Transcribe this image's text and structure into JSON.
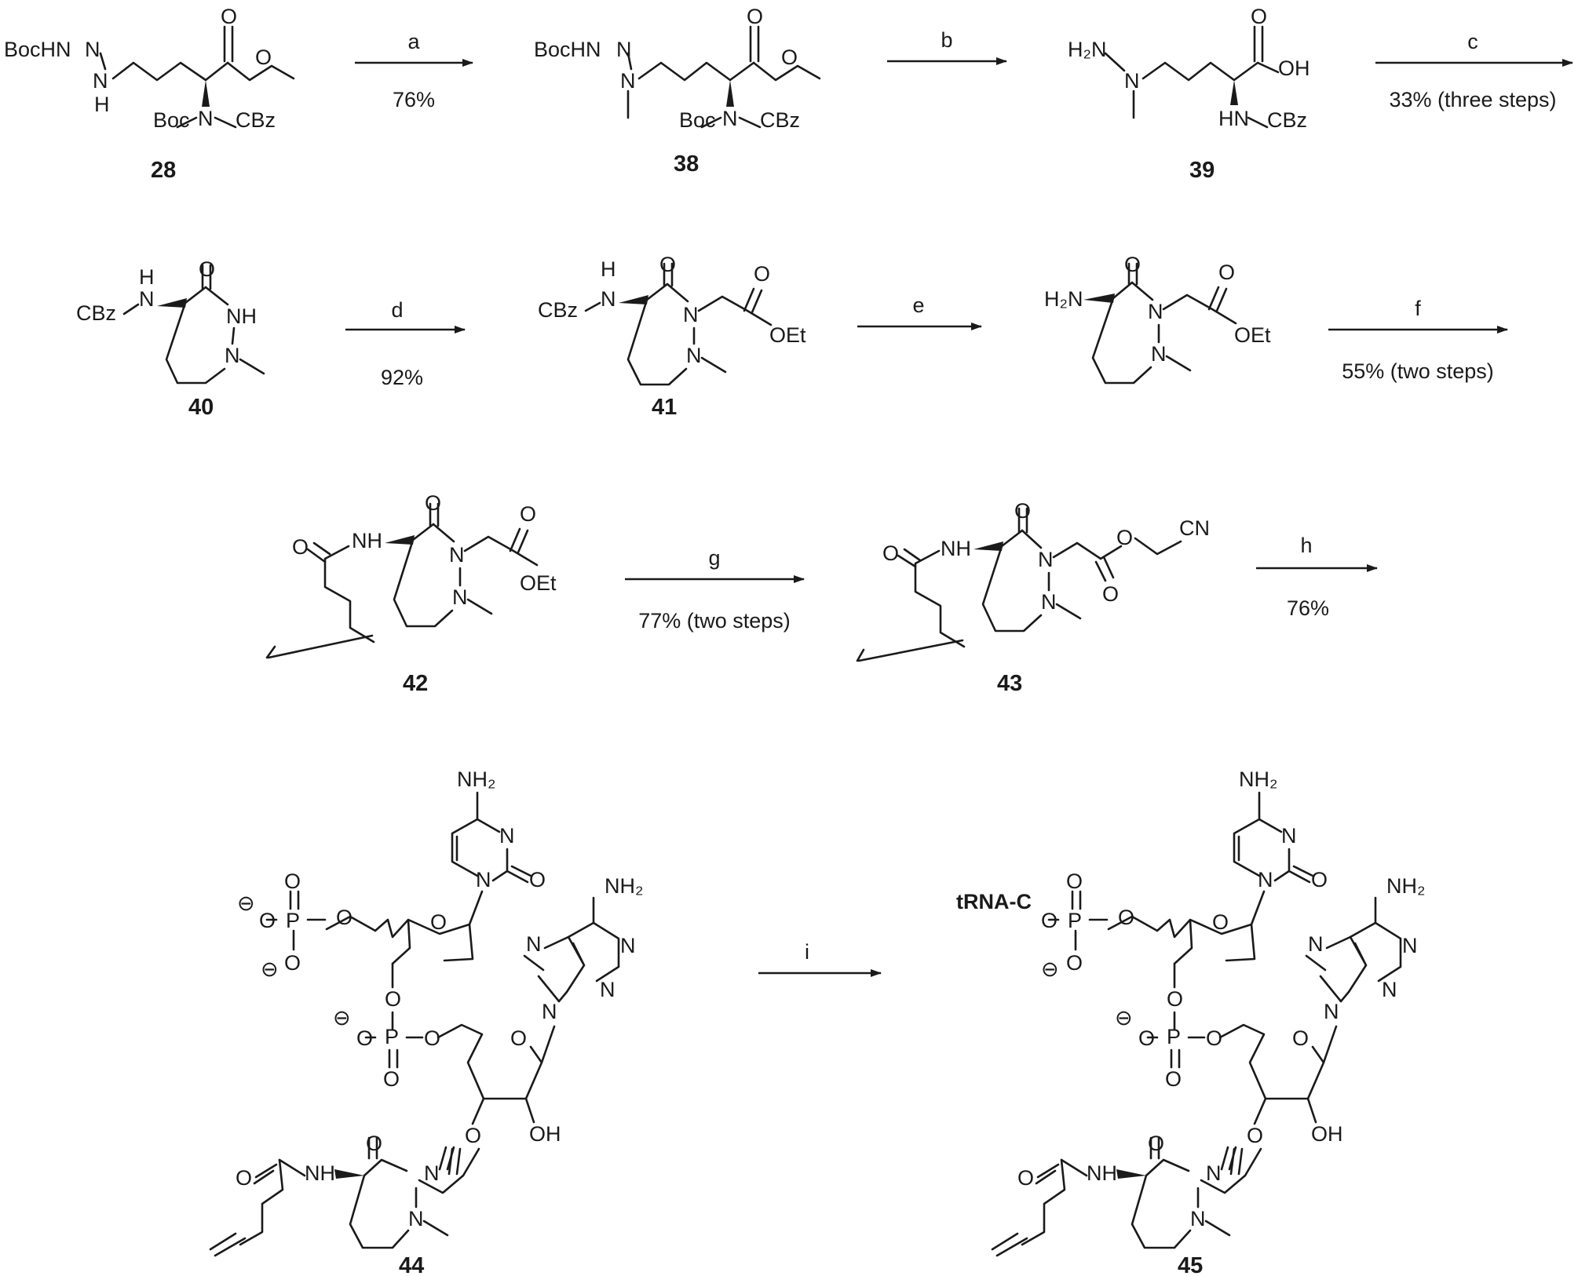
{
  "compounds": {
    "c28": "28",
    "c38": "38",
    "c39": "39",
    "c40": "40",
    "c41": "41",
    "c42": "42",
    "c43": "43",
    "c44": "44",
    "c45": "45"
  },
  "steps": [
    {
      "letter": "a",
      "yield": "76%"
    },
    {
      "letter": "b",
      "yield": ""
    },
    {
      "letter": "c",
      "yield": "33% (three steps)"
    },
    {
      "letter": "d",
      "yield": "92%"
    },
    {
      "letter": "e",
      "yield": ""
    },
    {
      "letter": "f",
      "yield": "55% (two steps)"
    },
    {
      "letter": "g",
      "yield": "77% (two steps)"
    },
    {
      "letter": "h",
      "yield": "76%"
    },
    {
      "letter": "i",
      "yield": ""
    }
  ],
  "atoms": {
    "bochn": "BocHN",
    "n": "N",
    "h": "H",
    "o": "O",
    "boc": "Boc",
    "cbz": "CBz",
    "h2n": "H₂N",
    "oh": "OH",
    "hn": "HN",
    "nh": "NH",
    "oet": "OEt",
    "cn": "CN",
    "nh2": "NH₂",
    "p": "P",
    "ominus": "O",
    "minus": "⊖",
    "trna": "tRNA-C"
  }
}
